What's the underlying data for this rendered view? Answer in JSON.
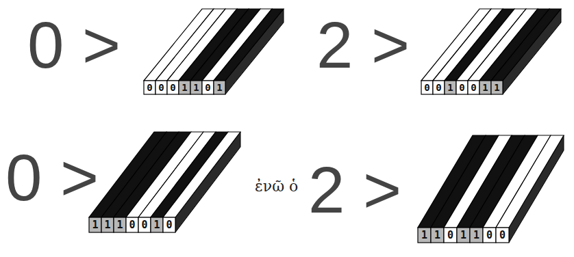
{
  "diagram": {
    "labels": [
      "0 >",
      "0",
      "0",
      "0",
      "1",
      "1",
      "0",
      "1",
      "2 >",
      "0",
      "0",
      "1",
      "0",
      "0",
      "1",
      "1",
      "0 >",
      "1",
      "1",
      "1",
      "0",
      "0",
      "1",
      "0",
      "ἐνῶ ὁ",
      "2 >",
      "1",
      "1",
      "0",
      "1",
      "1",
      "0",
      "0"
    ]
  }
}
